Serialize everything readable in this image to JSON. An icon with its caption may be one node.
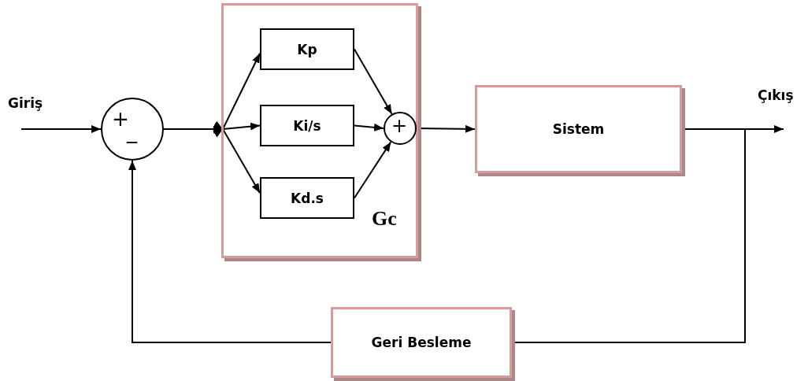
{
  "diagram": {
    "nodes": [
      {
        "text": [
          "+",
          "_"
        ]
      },
      {
        "text": [
          "Gc"
        ]
      },
      {
        "text": [
          "Kp"
        ],
        "in": 1
      },
      {
        "text": [
          "Ki/s"
        ],
        "in": 1
      },
      {
        "text": [
          "Kd.s"
        ],
        "in": 1
      },
      {
        "text": [
          "+"
        ],
        "in": 1
      },
      {
        "text": [
          "Sistem"
        ]
      },
      {
        "text": [
          "Geri Besleme"
        ]
      }
    ],
    "edges": [
      {
        "from": 0,
        "to": 2,
        "arrow": "to"
      },
      {
        "from": 0,
        "to": 3,
        "arrow": "to"
      },
      {
        "from": 0,
        "to": 4,
        "arrow": "to"
      },
      {
        "from": 2,
        "to": 5,
        "arrow": "to"
      },
      {
        "from": 3,
        "to": 5,
        "arrow": "to"
      },
      {
        "from": 4,
        "to": 5,
        "arrow": "to"
      },
      {
        "from": 5,
        "to": 6,
        "arrow": "to"
      },
      {
        "from": 6,
        "to": null,
        "arrow": "to"
      },
      {
        "from": 6,
        "to": 7,
        "arrow": "none"
      },
      {
        "from": 7,
        "to": 0,
        "arrow": "to"
      },
      {
        "from": null,
        "to": 0,
        "arrow": "to"
      }
    ],
    "labels": [
      "Giriş",
      "Çıkış"
    ]
  }
}
